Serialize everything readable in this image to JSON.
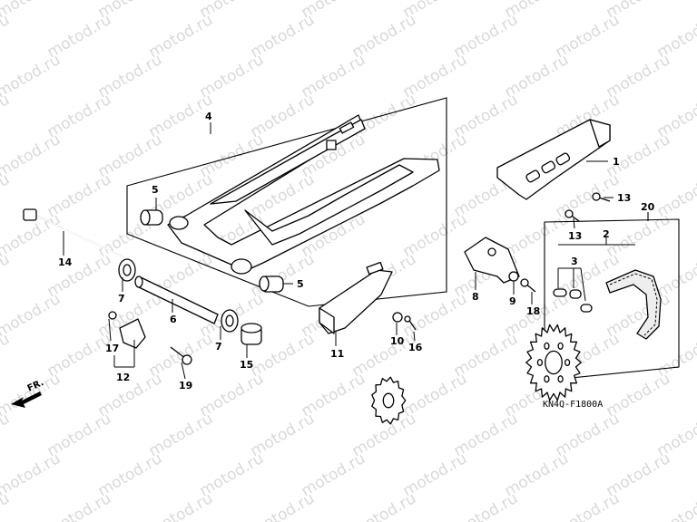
{
  "diagram": {
    "drawing_code": "KN4Q-F1800A",
    "front_indicator": "FR.",
    "watermark": "motod.ru",
    "callouts": [
      "1",
      "2",
      "3",
      "4",
      "5",
      "5",
      "6",
      "7",
      "7",
      "8",
      "9",
      "10",
      "11",
      "12",
      "13",
      "13",
      "14",
      "15",
      "16",
      "17",
      "18",
      "19",
      "20"
    ]
  }
}
